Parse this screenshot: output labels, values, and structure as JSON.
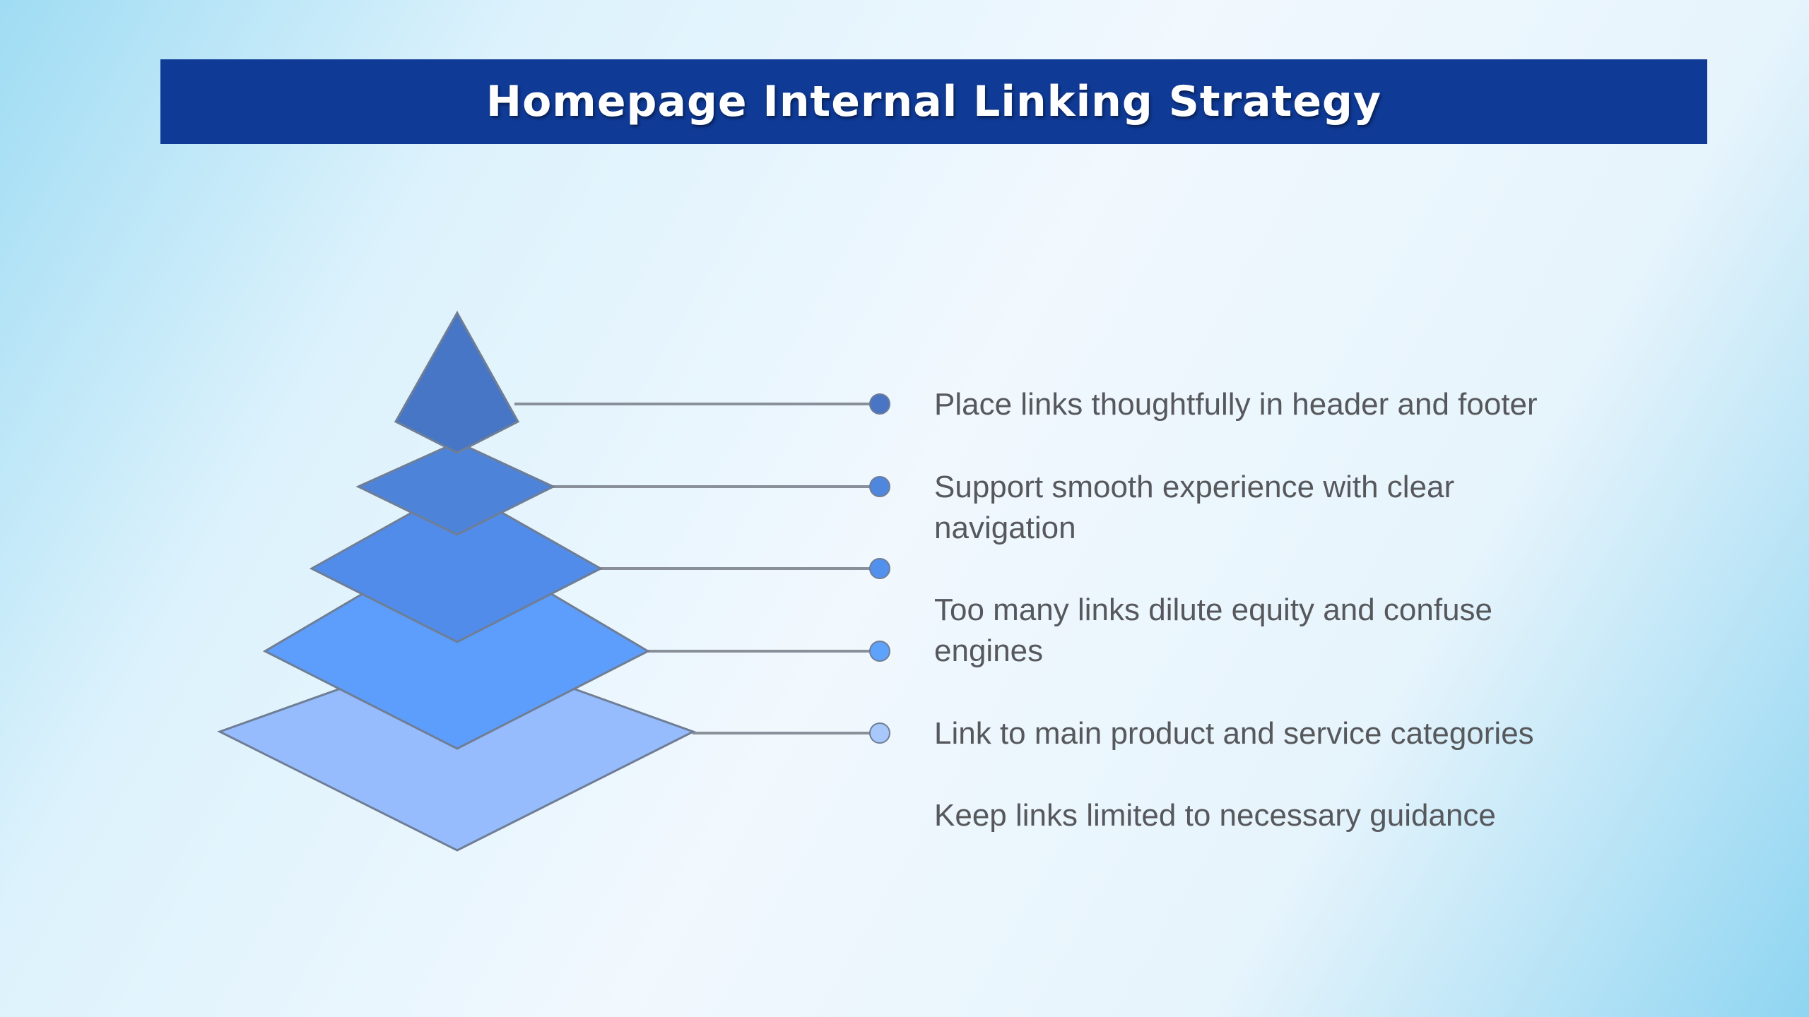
{
  "title": "Homepage Internal Linking Strategy",
  "colors": {
    "title_bar": "#0f3a96",
    "title_text": "#ffffff",
    "text": "#56585c",
    "connector": "#8a9099",
    "layer_outline": "#6f7e95",
    "layers": [
      "#4776c6",
      "#4e83da",
      "#518ceb",
      "#5d9efc",
      "#96bcfd"
    ],
    "dots": [
      "#4a75c4",
      "#4f86de",
      "#5290ee",
      "#5ea2fb",
      "#a8c8fc"
    ]
  },
  "statements": [
    "Place links thoughtfully in header and footer",
    "Support smooth experience with clear navigation",
    "Too many links dilute equity and confuse engines",
    "Link to main product and service categories",
    "Keep links limited to necessary guidance"
  ],
  "markers": [
    {
      "name": "marker-1"
    },
    {
      "name": "marker-2"
    },
    {
      "name": "marker-3"
    },
    {
      "name": "marker-4"
    },
    {
      "name": "marker-5"
    }
  ]
}
